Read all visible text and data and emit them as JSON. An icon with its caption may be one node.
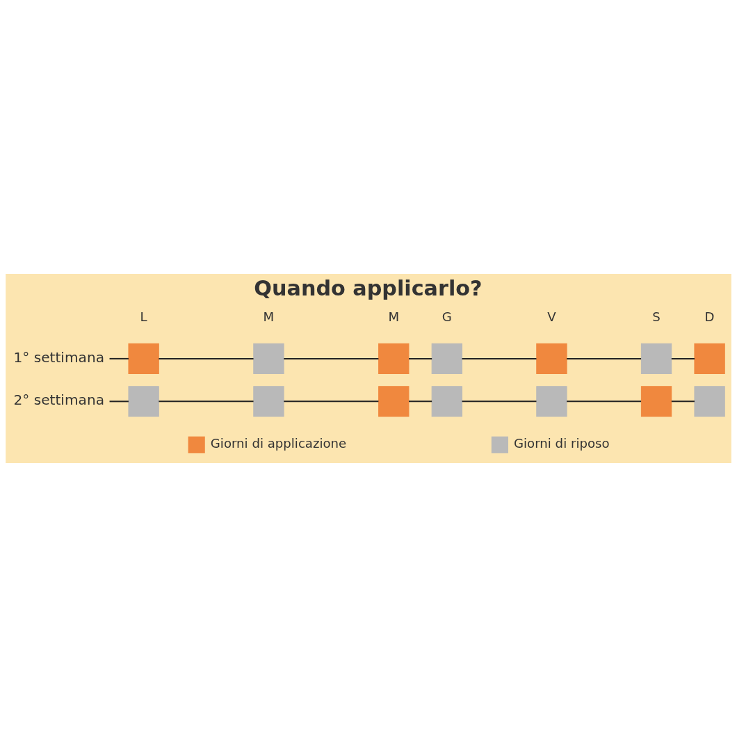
{
  "diagram": {
    "title": "Quando applicarlo?",
    "nodes": [
      {
        "text": [
          "1° settimana"
        ]
      },
      {
        "text": [],
        "shape": "box"
      },
      {
        "text": [],
        "shape": "box"
      },
      {
        "text": [],
        "shape": "box"
      },
      {
        "text": [],
        "shape": "box"
      },
      {
        "text": [],
        "shape": "box"
      },
      {
        "text": [],
        "shape": "box"
      },
      {
        "text": [],
        "shape": "box"
      },
      {
        "text": [
          "2° settimana"
        ]
      },
      {
        "text": [],
        "shape": "box"
      },
      {
        "text": [],
        "shape": "box"
      },
      {
        "text": [],
        "shape": "box"
      },
      {
        "text": [],
        "shape": "box"
      },
      {
        "text": [],
        "shape": "box"
      },
      {
        "text": [],
        "shape": "box"
      },
      {
        "text": [],
        "shape": "box"
      }
    ],
    "edges": [
      {
        "from": 0,
        "to": 1,
        "arrow": "none"
      },
      {
        "from": 1,
        "to": 2,
        "arrow": "none"
      },
      {
        "from": 2,
        "to": 3,
        "arrow": "none"
      },
      {
        "from": 3,
        "to": 4,
        "arrow": "none"
      },
      {
        "from": 4,
        "to": 5,
        "arrow": "none"
      },
      {
        "from": 5,
        "to": 6,
        "arrow": "none"
      },
      {
        "from": 6,
        "to": 7,
        "arrow": "none"
      },
      {
        "from": 8,
        "to": 9,
        "arrow": "none"
      },
      {
        "from": 9,
        "to": 10,
        "arrow": "none"
      },
      {
        "from": 10,
        "to": 11,
        "arrow": "none"
      },
      {
        "from": 11,
        "to": 12,
        "arrow": "none"
      },
      {
        "from": 12,
        "to": 13,
        "arrow": "none"
      },
      {
        "from": 13,
        "to": 14,
        "arrow": "none"
      },
      {
        "from": 14,
        "to": 15,
        "arrow": "none"
      }
    ],
    "labels": [
      "L",
      "M",
      "M",
      "G",
      "V",
      "S",
      "D"
    ],
    "legend": [
      {
        "text": "Giorni di applicazione",
        "color": "#f0883e"
      },
      {
        "text": "Giorni di riposo",
        "color": "#b9b9b9"
      }
    ]
  }
}
